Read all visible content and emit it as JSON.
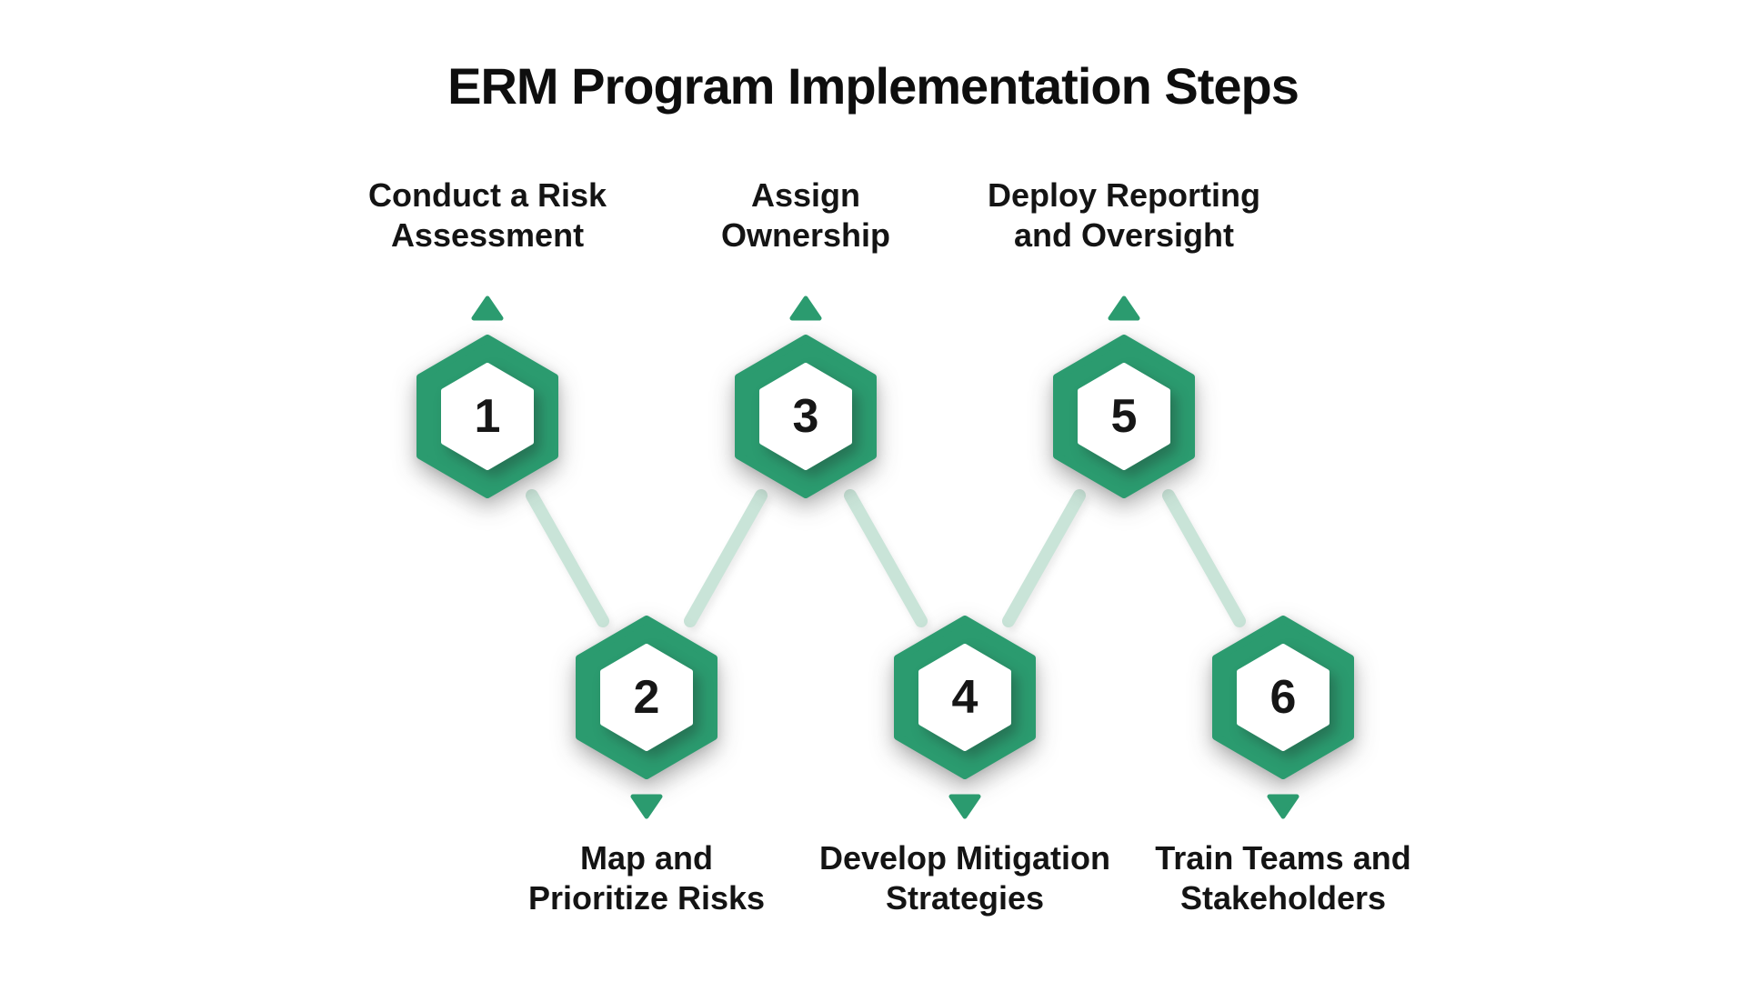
{
  "title": "ERM Program Implementation Steps",
  "colors": {
    "accent_green": "#2b9b6f",
    "connector_green": "#c9e4d8",
    "text_dark": "#141414",
    "background": "#ffffff"
  },
  "icons": {
    "top_marker": "triangle-up",
    "bottom_marker": "triangle-down"
  },
  "steps": [
    {
      "number": "1",
      "row": "top",
      "label_lines": [
        "Conduct a Risk",
        "Assessment"
      ]
    },
    {
      "number": "2",
      "row": "bottom",
      "label_lines": [
        "Map and",
        "Prioritize Risks"
      ]
    },
    {
      "number": "3",
      "row": "top",
      "label_lines": [
        "Assign",
        "Ownership"
      ]
    },
    {
      "number": "4",
      "row": "bottom",
      "label_lines": [
        "Develop Mitigation",
        "Strategies"
      ]
    },
    {
      "number": "5",
      "row": "top",
      "label_lines": [
        "Deploy Reporting",
        "and Oversight"
      ]
    },
    {
      "number": "6",
      "row": "bottom",
      "label_lines": [
        "Train Teams and",
        "Stakeholders"
      ]
    }
  ]
}
